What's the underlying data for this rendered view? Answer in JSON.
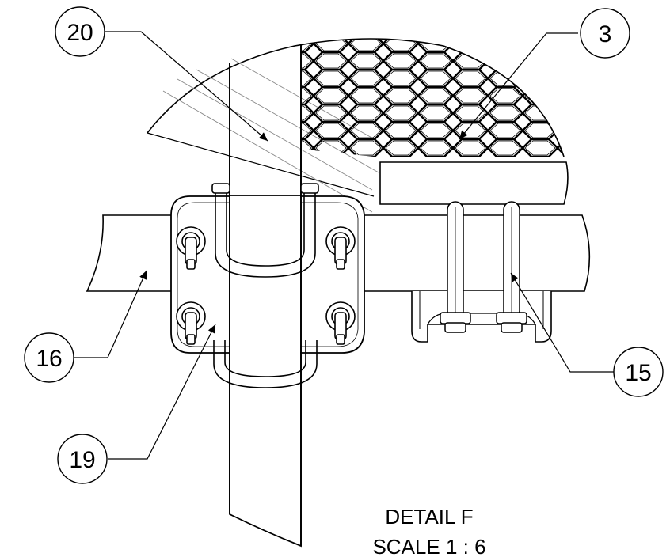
{
  "callouts": {
    "c20": "20",
    "c3": "3",
    "c16": "16",
    "c15": "15",
    "c19": "19"
  },
  "detail": {
    "title": "DETAIL F",
    "scale": "SCALE 1 : 6"
  },
  "colors": {
    "line": "#000000",
    "background": "#ffffff",
    "hatch": "#777777"
  }
}
